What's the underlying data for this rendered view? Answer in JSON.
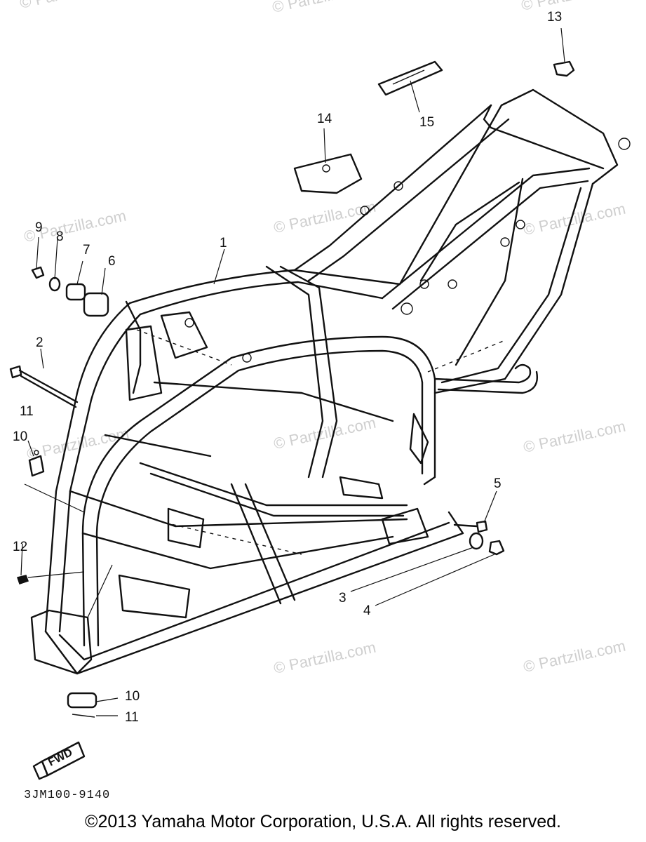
{
  "watermarks": [
    "© Partzilla.com",
    "© Partzilla.com",
    "© Partzilla.com",
    "© Partzilla.com",
    "© Partzilla.com",
    "© Partzilla.com",
    "© Partzilla.com",
    "© Partzilla.com",
    "© Partzilla.com",
    "© Partzilla.com",
    "© Partzilla.com"
  ],
  "callouts": [
    "1",
    "2",
    "3",
    "4",
    "5",
    "6",
    "7",
    "8",
    "9",
    "10",
    "10",
    "11",
    "11",
    "12",
    "13",
    "14",
    "15"
  ],
  "fwd_label": "FWD",
  "diagram_code": "3JM100-9140",
  "copyright": "©2013 Yamaha Motor Corporation, U.S.A. All rights reserved."
}
